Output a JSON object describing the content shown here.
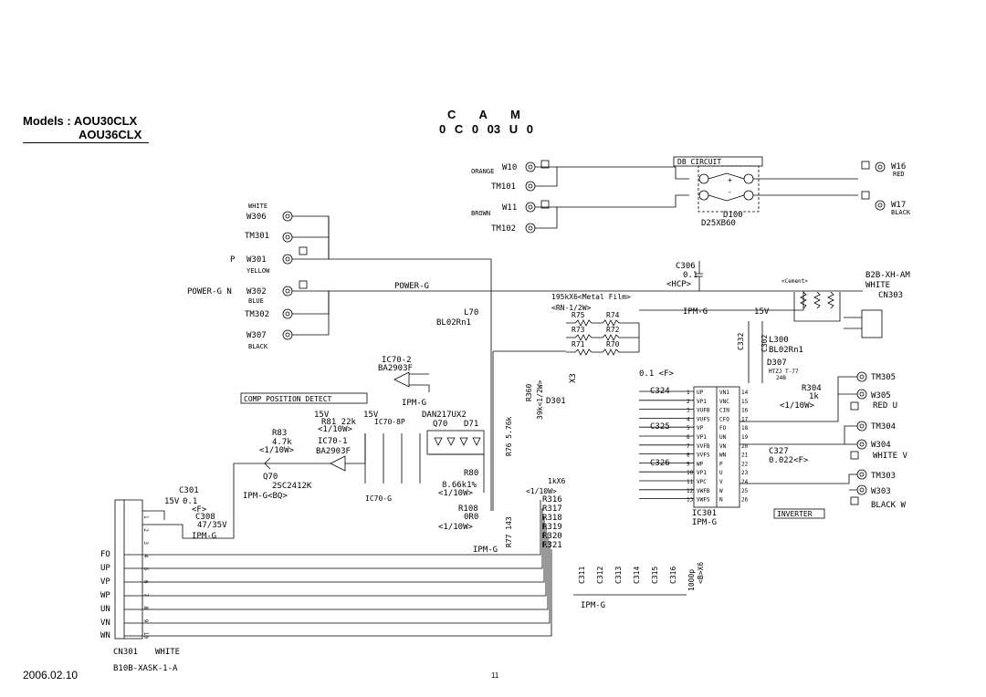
{
  "header": {
    "models_label": "Models : AOU30CLX",
    "models_label_2": "AOU36CLX",
    "title_line1": "C A M",
    "title_line2": "0 C 0 03 U 0"
  },
  "footer": {
    "date": "2006.02.10",
    "page_number": "11"
  },
  "labels": {
    "orange": "ORANGE",
    "w10": "W10",
    "tm101": "TM101",
    "brown": "BROWN",
    "w11": "W11",
    "tm102": "TM102",
    "db_circuit": "DB CIRCUIT",
    "d100": "D100",
    "d25xb60": "D25XB60",
    "w16": "W16",
    "red_w16": "RED",
    "w17": "W17",
    "black_w17": "BLACK",
    "white": "WHITE",
    "w306": "W306",
    "tm301": "TM301",
    "p": "P",
    "w301": "W301",
    "yellow": "YELLOW",
    "power_g_n": "POWER-G N",
    "w302": "W302",
    "blue": "BLUE",
    "tm302": "TM302",
    "w307": "W307",
    "black": "BLACK",
    "power_g": "POWER-G",
    "c306": "C306",
    "c306_val": "0.1",
    "hcp": "<HCP>",
    "b2b": "B2B-XH-AM",
    "white_cn": "WHITE",
    "cn303": "CN303",
    "cement": "<Cement>",
    "r195": "195kX6<Metal Film>",
    "rn12w": "<RN-1/2W>",
    "r75": "R75",
    "r74": "R74",
    "r73": "R73",
    "r72": "R72",
    "r71": "R71",
    "r70": "R70",
    "ipm_g1": "IPM-G",
    "v15_a": "15V",
    "c332": "C332",
    "c302": "C302",
    "l300": "L300",
    "bl02": "BL02Rn1",
    "l70": "L70",
    "bl02b": "BL02Rn1",
    "d307": "D307",
    "mtzj": "MTZJ T-77",
    "v24b": "24B",
    "ic702": "IC70-2",
    "ba2903f": "BA2903F",
    "ipm_g2": "IPM-G",
    "comp_pos": "COMP POSITION DETECT",
    "r360": "R360",
    "r360v": "39k<1/2W>",
    "d301": "D301",
    "x3": "X3",
    "c324": "C324",
    "c325": "C325",
    "c326": "C326",
    "c01f": "0.1 <F>",
    "r304": "R304",
    "r304v": "1k",
    "r304w": "<1/10W>",
    "tm305": "TM305",
    "w305": "W305",
    "red_u": "RED U",
    "tm304": "TM304",
    "w304": "W304",
    "white_v": "WHITE V",
    "tm303": "TM303",
    "w303": "W303",
    "black_w": "BLACK W",
    "c327": "C327",
    "c327v": "0.022<F>",
    "v15_b": "15V",
    "r81": "R81 22k",
    "r81w": "<1/10W>",
    "v15_c": "15V",
    "ic708p": "IC70-8P",
    "r83": "R83",
    "r83v": "4.7k",
    "r83w": "<1/10W>",
    "ic701": "IC70-1",
    "ba2903f2": "BA2903F",
    "dan217": "DAN217UX2",
    "q70": "Q70",
    "d71": "D71",
    "q70b": "Q70",
    "sc2412": "2SC2412K",
    "ipm_gbq": "IPM-G<BQ>",
    "r80": "R80",
    "r80v": "8.66k1%",
    "r80w": "<1/10W>",
    "r108": "R108",
    "r108v": "0R0",
    "r108w": "<1/10W>",
    "r76": "R76 5.76k",
    "r77": "R77 143",
    "c301": "C301",
    "c301v": "0.1",
    "c301f": "<F>",
    "v15_d": "15V",
    "c308": "C308",
    "c308v": "47/35V",
    "ipm_g3": "IPM-G",
    "ic70g": "IC70-G",
    "r316": "R316",
    "r317": "R317",
    "r318": "R318",
    "r319": "R319",
    "r320": "R320",
    "r321": "R321",
    "r1kx6": "1kX6",
    "r110w": "<1/10W>",
    "ipm_g4": "IPM-G",
    "ic301": "IC301",
    "ipm_g5": "IPM-G",
    "inverter": "INVERTER",
    "ipm_g6": "IPM-G",
    "c1000": "1000p",
    "bx6": "<B>X6",
    "c311": "C311",
    "c312": "C312",
    "c313": "C313",
    "c314": "C314",
    "c315": "C315",
    "c316": "C316",
    "fo": "FO",
    "up": "UP",
    "vp": "VP",
    "wp": "WP",
    "un": "UN",
    "vn": "VN",
    "wn": "WN",
    "cn301": "CN301",
    "cn301_white": "WHITE",
    "b10b": "B10B-XASK-1-A"
  },
  "ic301_pins": [
    [
      "1",
      "UP"
    ],
    [
      "2",
      "VP1"
    ],
    [
      "3",
      "VUFB"
    ],
    [
      "4",
      "VUFS"
    ],
    [
      "5",
      "VP"
    ],
    [
      "6",
      "VP1"
    ],
    [
      "7",
      "VVFB"
    ],
    [
      "8",
      "VVFS"
    ],
    [
      "9",
      "WP"
    ],
    [
      "10",
      "VP1"
    ],
    [
      "11",
      "VPC"
    ],
    [
      "12",
      "VWFB"
    ],
    [
      "13",
      "VWFS"
    ]
  ],
  "ic301_pins_r": [
    [
      "14",
      "VN1"
    ],
    [
      "15",
      "VNC"
    ],
    [
      "16",
      "CIN"
    ],
    [
      "17",
      "CFO"
    ],
    [
      "18",
      "FO"
    ],
    [
      "19",
      "UN"
    ],
    [
      "20",
      "VN"
    ],
    [
      "21",
      "WN"
    ],
    [
      "22",
      "P"
    ],
    [
      "23",
      "U"
    ],
    [
      "24",
      "V"
    ],
    [
      "25",
      "W"
    ],
    [
      "26",
      "N"
    ]
  ],
  "cn301_pins": [
    "1",
    "2",
    "3",
    "4",
    "5",
    "6",
    "7",
    "8",
    "9",
    "10"
  ]
}
